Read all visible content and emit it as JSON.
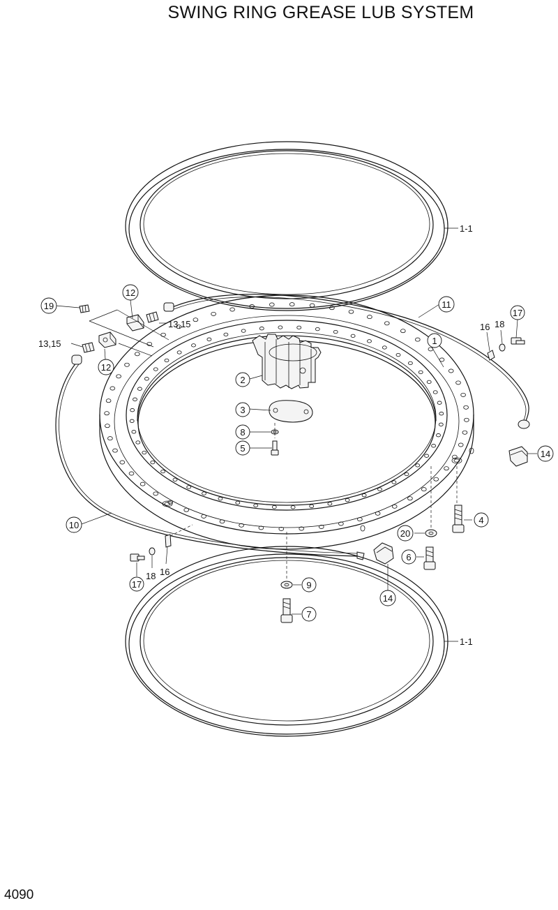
{
  "title": "SWING RING GREASE LUB SYSTEM",
  "page_number": "4090",
  "callouts": [
    {
      "id": "c-1-1-top",
      "label": "1-1"
    },
    {
      "id": "c-1-1-bottom",
      "label": "1-1"
    },
    {
      "id": "c-1",
      "label": "1"
    },
    {
      "id": "c-2",
      "label": "2"
    },
    {
      "id": "c-3",
      "label": "3"
    },
    {
      "id": "c-4",
      "label": "4"
    },
    {
      "id": "c-5",
      "label": "5"
    },
    {
      "id": "c-6",
      "label": "6"
    },
    {
      "id": "c-7",
      "label": "7"
    },
    {
      "id": "c-8",
      "label": "8"
    },
    {
      "id": "c-9",
      "label": "9"
    },
    {
      "id": "c-10",
      "label": "10"
    },
    {
      "id": "c-11",
      "label": "11"
    },
    {
      "id": "c-12-top",
      "label": "12"
    },
    {
      "id": "c-12-left",
      "label": "12"
    },
    {
      "id": "c-13-15-top",
      "label": "13,15"
    },
    {
      "id": "c-13-15-left",
      "label": "13,15"
    },
    {
      "id": "c-14-right",
      "label": "14"
    },
    {
      "id": "c-14-bottom",
      "label": "14"
    },
    {
      "id": "c-16-right",
      "label": "16"
    },
    {
      "id": "c-16-left",
      "label": "16"
    },
    {
      "id": "c-17-right",
      "label": "17"
    },
    {
      "id": "c-17-left",
      "label": "17"
    },
    {
      "id": "c-18-right",
      "label": "18"
    },
    {
      "id": "c-18-left",
      "label": "18"
    },
    {
      "id": "c-19",
      "label": "19"
    },
    {
      "id": "c-20",
      "label": "20"
    }
  ]
}
